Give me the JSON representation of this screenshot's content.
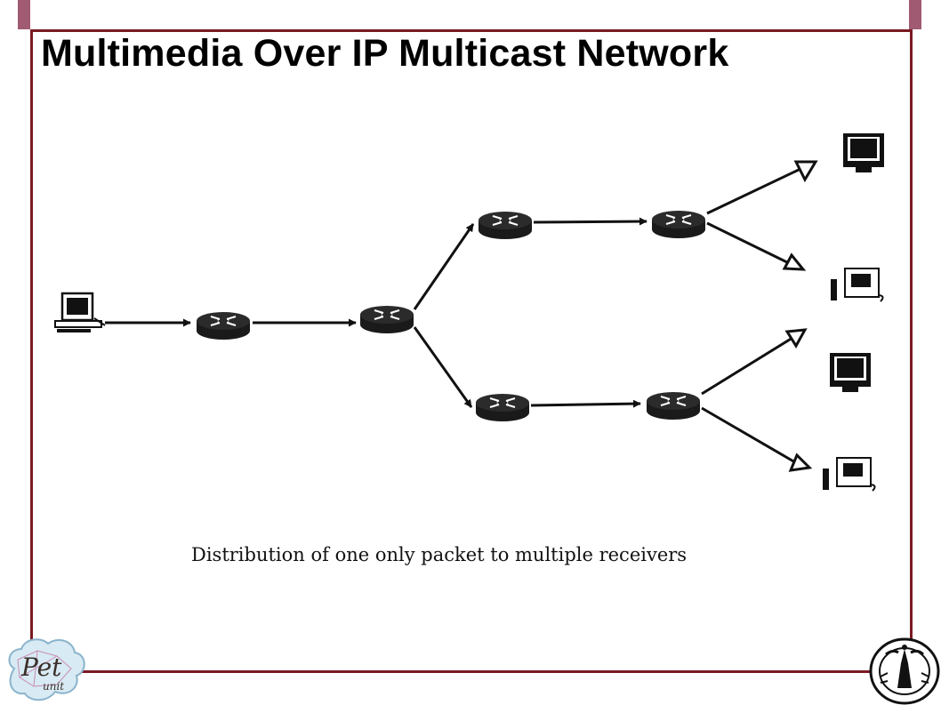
{
  "slide": {
    "title": "Multimedia Over IP Multicast Network",
    "caption": "Distribution of one only packet to multiple receivers"
  },
  "colors": {
    "frame": "#7a1a22",
    "corner": "#a05a72",
    "router": "#1a1a1a",
    "arrow": "#111111"
  },
  "diagram": {
    "source": {
      "label": "",
      "icon": "desktop-computer-icon"
    },
    "routers": [
      {
        "id": "r1",
        "label": ""
      },
      {
        "id": "r2",
        "label": ""
      },
      {
        "id": "r3",
        "label": ""
      },
      {
        "id": "r4",
        "label": ""
      },
      {
        "id": "r5",
        "label": ""
      },
      {
        "id": "r6",
        "label": ""
      }
    ],
    "receivers": [
      {
        "id": "recv1",
        "icon": "monitor-icon"
      },
      {
        "id": "recv2",
        "icon": "workstation-icon"
      },
      {
        "id": "recv3",
        "icon": "monitor-icon"
      },
      {
        "id": "recv4",
        "icon": "workstation-icon"
      }
    ],
    "edges": [
      [
        "source",
        "r1"
      ],
      [
        "r1",
        "r2"
      ],
      [
        "r2",
        "r3"
      ],
      [
        "r2",
        "r4"
      ],
      [
        "r3",
        "r5"
      ],
      [
        "r4",
        "r6"
      ],
      [
        "r5",
        "recv1"
      ],
      [
        "r5",
        "recv2"
      ],
      [
        "r6",
        "recv3"
      ],
      [
        "r6",
        "recv4"
      ]
    ]
  },
  "logos": {
    "left": "pet-unit-logo",
    "right": "iisc-emblem-logo"
  }
}
